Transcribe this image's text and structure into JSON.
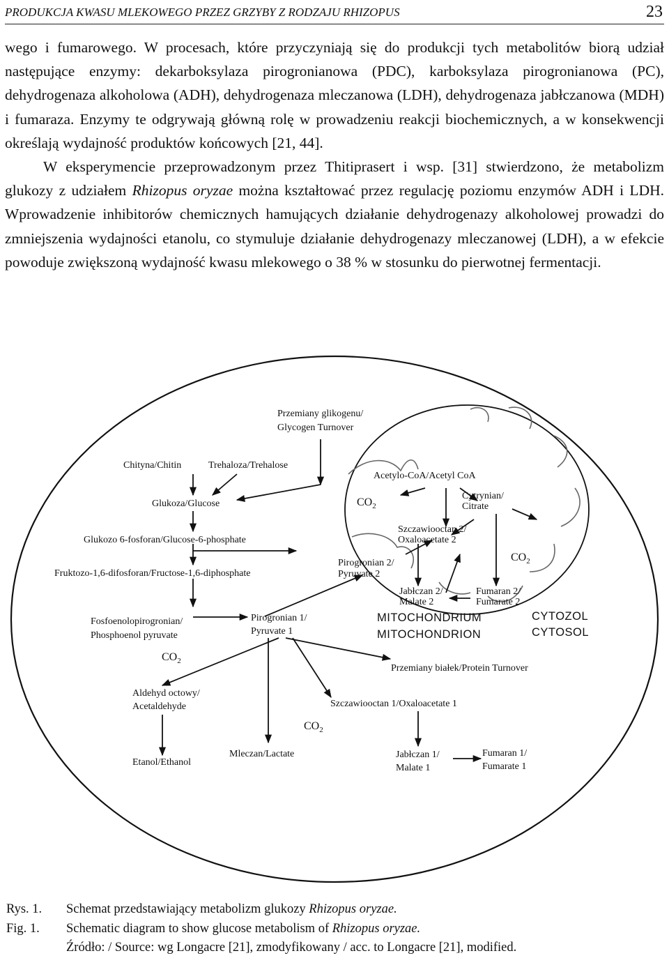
{
  "header": {
    "running_title": "PRODUKCJA KWASU MLEKOWEGO PRZEZ GRZYBY Z RODZAJU RHIZOPUS",
    "page_number": "23"
  },
  "body": {
    "para1": "wego i fumarowego. W procesach, które przyczyniają się do produkcji tych metabolitów biorą udział następujące enzymy: dekarboksylaza pirogronianowa (PDC), karboksylaza pirogronianowa (PC), dehydrogenaza alkoholowa (ADH), dehydrogenaza mleczanowa (LDH), dehydrogenaza jabłczanowa (MDH) i fumaraza. Enzymy te odgrywają główną rolę w prowadzeniu reakcji biochemicznych, a w konsekwencji określają wydajność produktów końcowych [21, 44].",
    "para2_before": "W eksperymencie przeprowadzonym przez Thitiprasert i wsp. [31] stwierdzono, że metabolizm glukozy z udziałem ",
    "para2_species": "Rhizopus oryzae",
    "para2_after": " można kształtować przez regulację poziomu enzymów ADH i LDH. Wprowadzenie inhibitorów chemicznych hamujących działanie dehydrogenazy alkoholowej prowadzi do zmniejszenia wydajności etanolu, co stymuluje działanie dehydrogenazy mleczanowej (LDH), a w efekcie powoduje zwiększoną wydajność kwasu mlekowego o 38 % w stosunku do pierwotnej fermentacji."
  },
  "diagram": {
    "glycogen_1": "Przemiany glikogenu/",
    "glycogen_2": "Glycogen Turnover",
    "chitin": "Chityna/Chitin",
    "trehalose": "Trehaloza/Trehalose",
    "glucose": "Glukoza/Glucose",
    "g6p": "Glukozo 6-fosforan/Glucose-6-phosphate",
    "f16dp": "Fruktozo-1,6-difosforan/Fructose-1,6-diphosphate",
    "pep_1": "Fosfoenolopirogronian/",
    "pep_2": "Phosphoenol pyruvate",
    "pyruvate1_1": "Pirogronian 1/",
    "pyruvate1_2": "Pyruvate 1",
    "co2": "CO",
    "co2_sub": "2",
    "acetaldehyde_1": "Aldehyd octowy/",
    "acetaldehyde_2": "Acetaldehyde",
    "ethanol": "Etanol/Ethanol",
    "lactate": "Mleczan/Lactate",
    "protein": "Przemiany białek/Protein Turnover",
    "oxaloacetate1": "Szczawiooctan 1/Oxaloacetate 1",
    "malate1_1": "Jabłczan 1/",
    "malate1_2": "Malate 1",
    "fumarate1_1": "Fumaran 1/",
    "fumarate1_2": "Fumarate 1",
    "acetylcoa": "Acetylo-CoA/Acetyl CoA",
    "citrate_1": "Cytrynian/",
    "citrate_2": "Citrate",
    "oxaloacetate2_1": "Szczawiooctan 2/",
    "oxaloacetate2_2": "Oxaloacetate 2",
    "pyruvate2_1": "Pirogronian 2/",
    "pyruvate2_2": "Pyruvate 2",
    "malate2_1": "Jabłczan 2/",
    "malate2_2": "Malate 2",
    "fumarate2_1": "Fumaran 2/",
    "fumarate2_2": "Fumarate 2",
    "mito_1": "MITOCHONDRIUM",
    "mito_2": "MITOCHONDRION",
    "cyto_1": "CYTOZOL",
    "cyto_2": "CYTOSOL"
  },
  "captions": {
    "rys_label": "Rys. 1.",
    "rys_before": "Schemat przedstawiający metabolizm glukozy ",
    "rys_species": "Rhizopus oryzae.",
    "fig_label": "Fig. 1.",
    "fig_before": "Schematic diagram to show glucose metabolism of ",
    "fig_species": "Rhizopus oryzae.",
    "source": "Źródło: / Source: wg Longacre [21], zmodyfikowany / acc. to Longacre [21], modified."
  }
}
